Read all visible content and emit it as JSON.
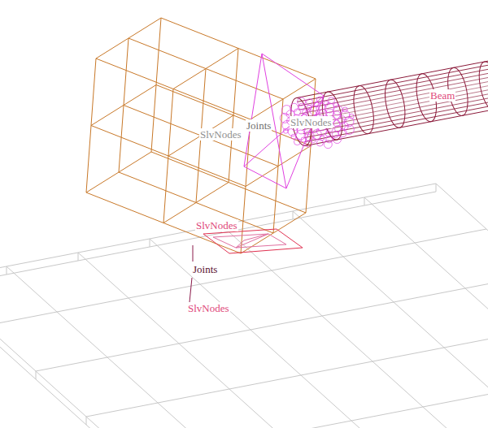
{
  "diagram": {
    "labels": [
      "Beam",
      "SlvNodes",
      "Joints",
      "SlvNodes",
      "SlvNodes",
      "Joints",
      "SlvNodes"
    ]
  }
}
